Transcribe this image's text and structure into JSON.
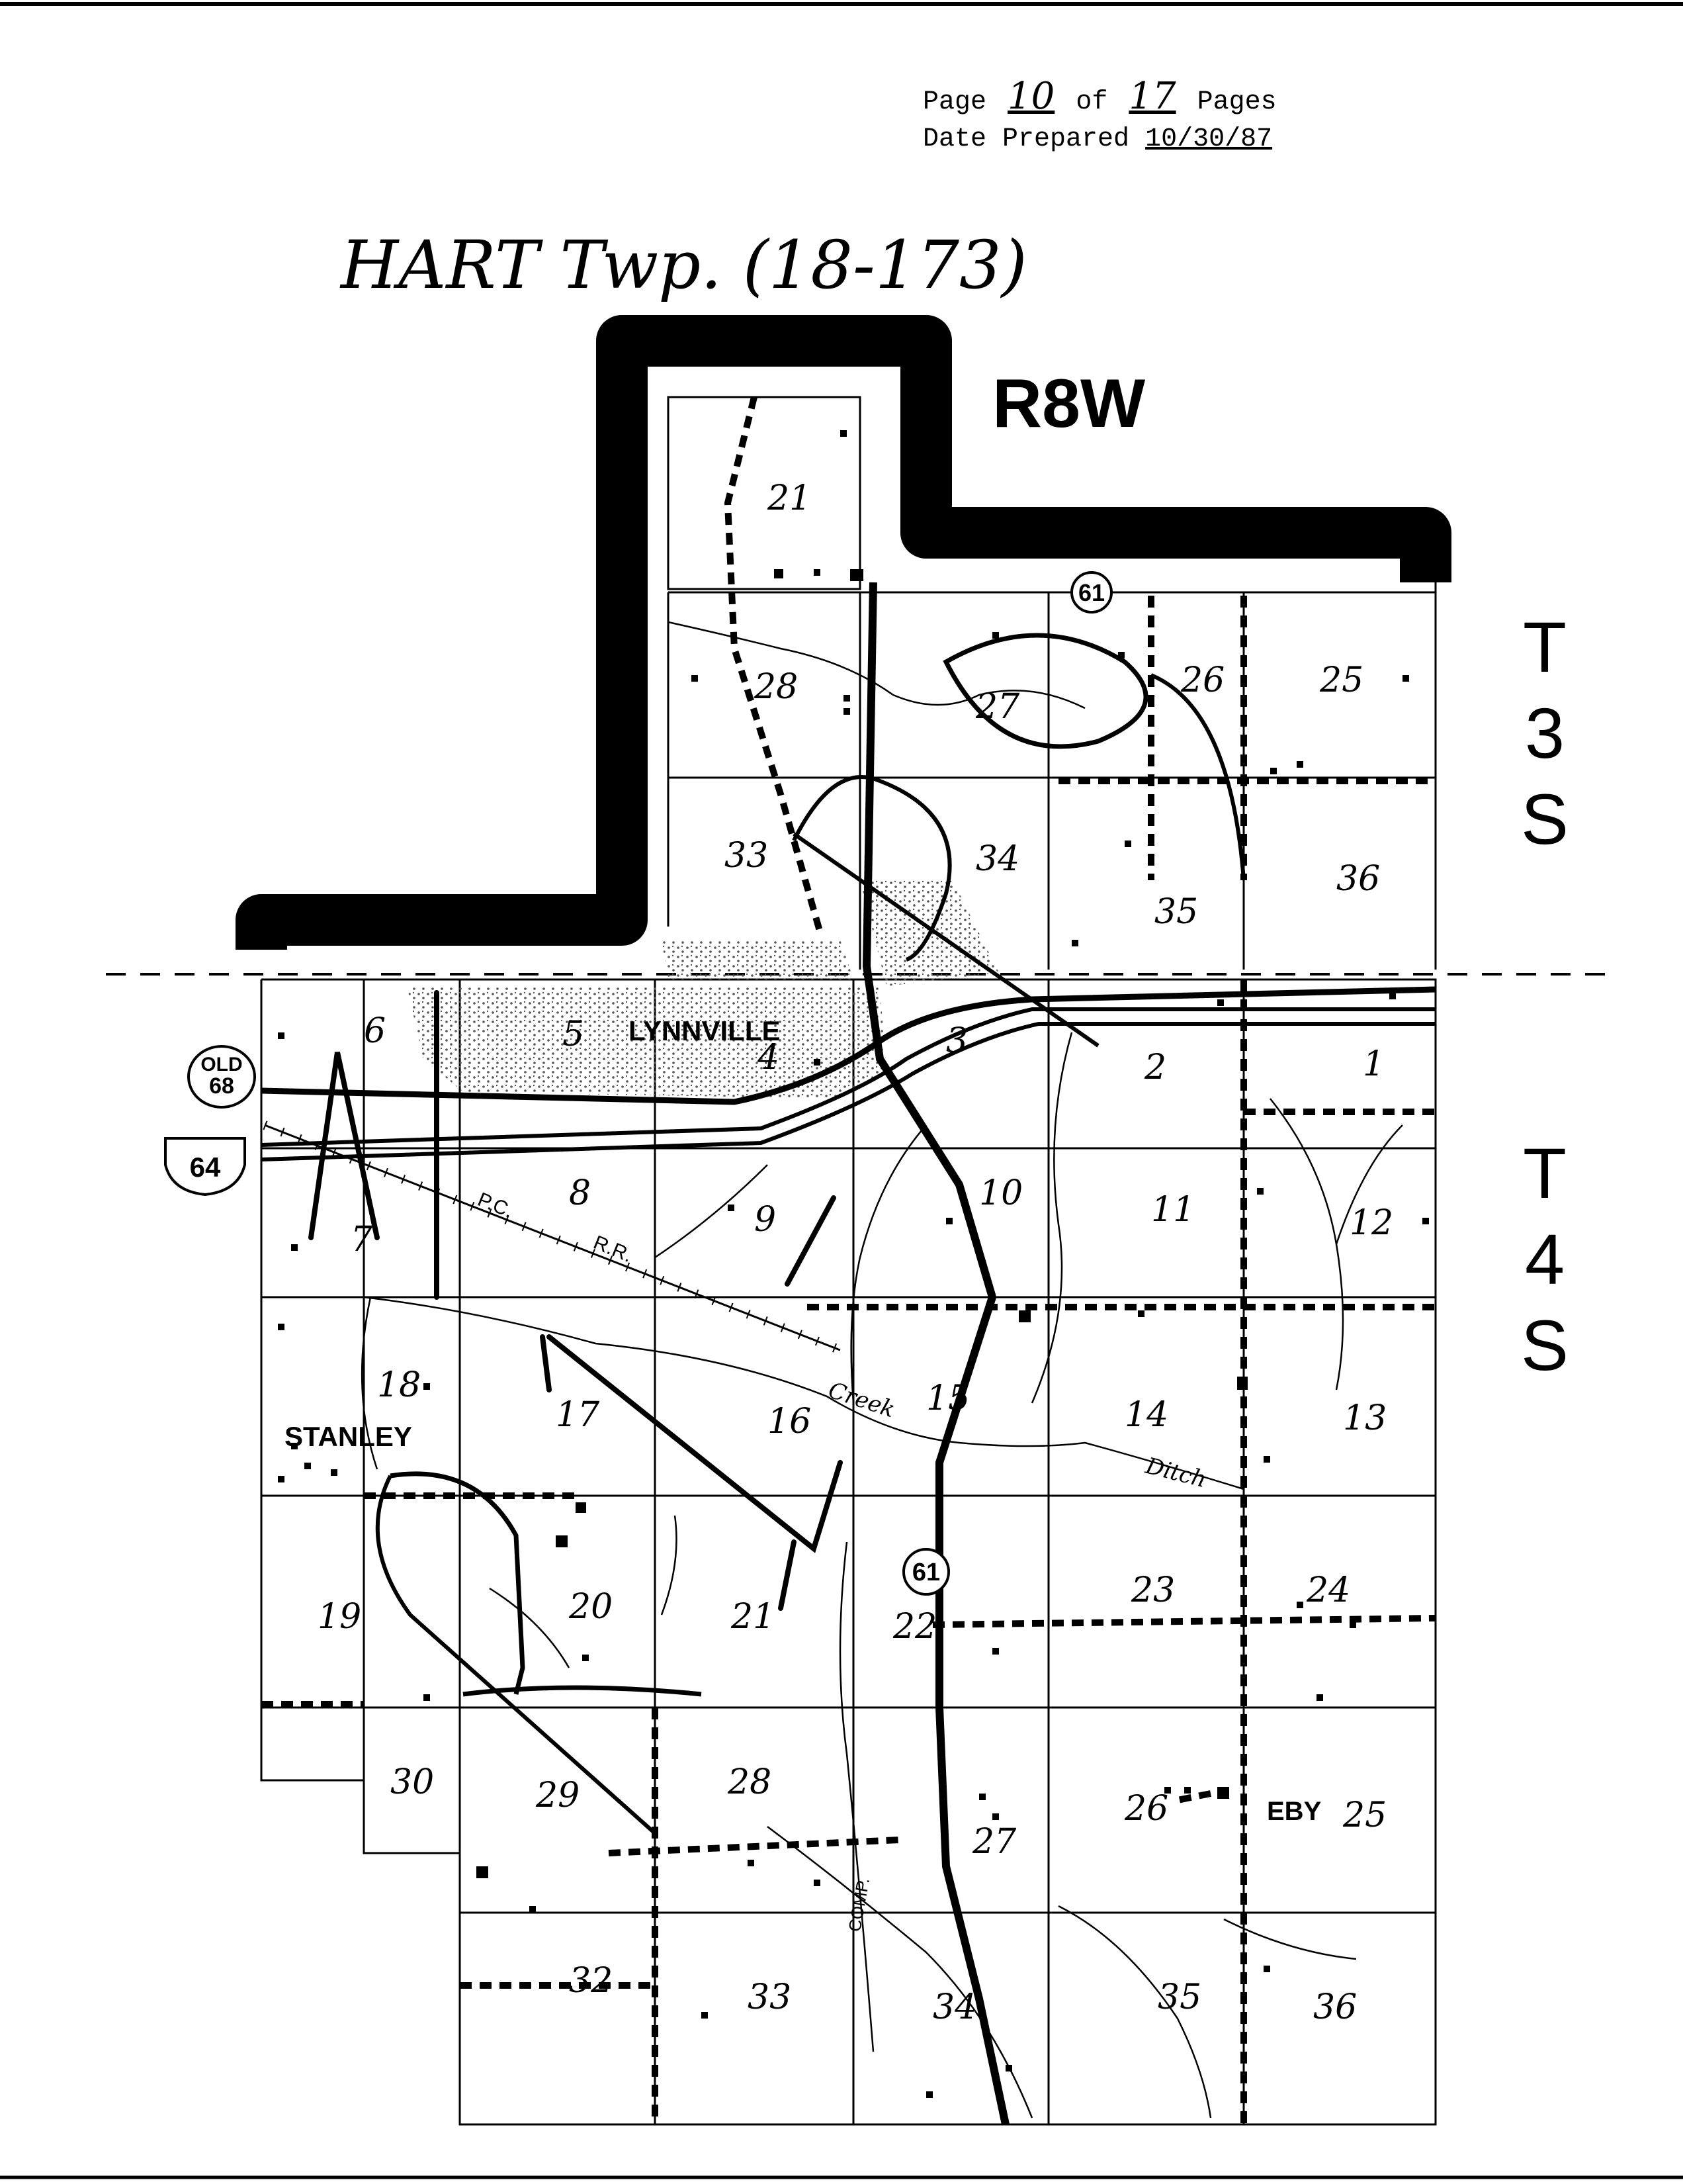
{
  "header": {
    "page_word": "Page",
    "page_number": "10",
    "of_word": "of",
    "total_pages": "17",
    "pages_word": "Pages",
    "date_label": "Date Prepared",
    "date_value": "10/30/87"
  },
  "title": "HART Twp. (18-173)",
  "range_label": "R8W",
  "township_labels": [
    "T3S",
    "T4S"
  ],
  "towns": {
    "lynnville": "LYNNVILLE",
    "stanley": "STANLEY",
    "eby": "EBY"
  },
  "routes": {
    "sr61_upper": "61",
    "sr61_lower": "61",
    "old68_line1": "OLD",
    "old68_line2": "68",
    "us64": "64"
  },
  "features": {
    "railroad_pc": "P.C.",
    "railroad_rr": "R.R.",
    "creek": "Creek",
    "ditch": "Ditch",
    "comp": "COMP."
  },
  "sections_t3s": [
    "21",
    "28",
    "27",
    "26",
    "25",
    "33",
    "34",
    "35",
    "36"
  ],
  "sections_t4s": [
    "6",
    "5",
    "4",
    "3",
    "2",
    "1",
    "7",
    "8",
    "9",
    "10",
    "11",
    "12",
    "18",
    "17",
    "16",
    "15",
    "14",
    "13",
    "19",
    "20",
    "21",
    "22",
    "23",
    "24",
    "30",
    "29",
    "28",
    "27",
    "26",
    "25",
    "32",
    "33",
    "34",
    "35",
    "36"
  ],
  "colors": {
    "ink": "#000000",
    "paper": "#ffffff",
    "stipple": "#555555"
  }
}
